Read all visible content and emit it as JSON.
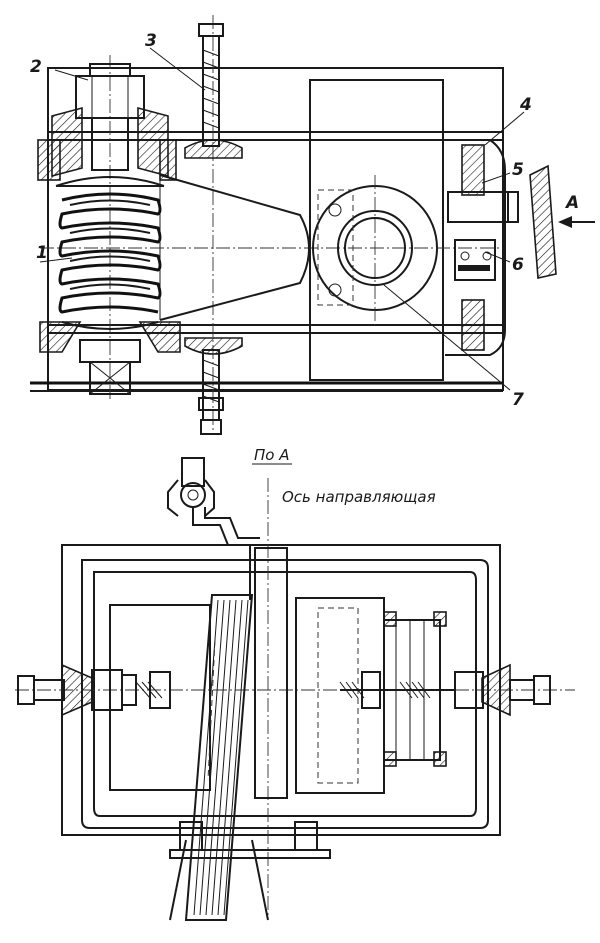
{
  "labels": {
    "part_1": "1",
    "part_2": "2",
    "part_3": "3",
    "part_4": "4",
    "part_5": "5",
    "part_6": "6",
    "part_7": "7",
    "arrow_a": "A",
    "view_caption": "По А",
    "axis_caption": "Ось направляющая"
  }
}
